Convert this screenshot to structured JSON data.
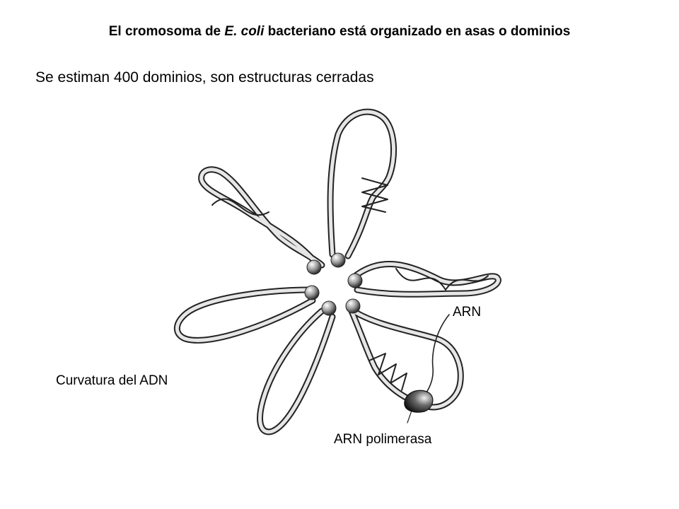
{
  "slide": {
    "title_prefix": "El cromosoma de ",
    "title_italic": "E. coli",
    "title_suffix": " bacteriano está organizado en asas o dominios",
    "subtitle": "Se estiman 400 dominios, son estructuras cerradas"
  },
  "labels": {
    "rna": "ARN",
    "dna_curvature": "Curvatura del ADN",
    "rna_polymerase": "ARN polimerasa"
  },
  "colors": {
    "strand_outline": "#222222",
    "strand_fill": "#e6e6e6",
    "bead_dark": "#555555",
    "bead_light": "#f0f0f0"
  }
}
